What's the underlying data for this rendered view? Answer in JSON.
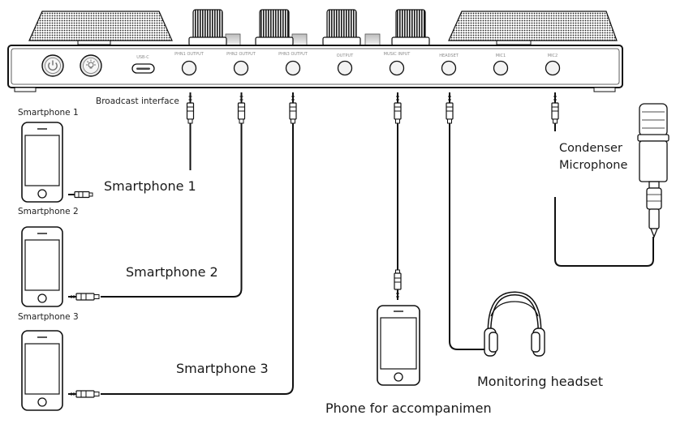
{
  "device": {
    "ports": [
      "USB-C",
      "PHN1 OUTPUT",
      "PHN2 OUTPUT",
      "PHN3 OUTPUT",
      "OUTPUT",
      "MUSIC INPUT",
      "HEADSET",
      "MIC1",
      "MIC2"
    ],
    "icons": [
      "power-icon",
      "light-icon"
    ]
  },
  "labels": {
    "broadcast_interface": "Broadcast interface",
    "phone1_caption": "Smartphone 1",
    "phone2_caption": "Smartphone 2",
    "phone3_caption": "Smartphone 3",
    "cable1_label": "Smartphone 1",
    "cable2_label": "Smartphone 2",
    "cable3_label": "Smartphone 3",
    "condenser_line1": "Condenser",
    "condenser_line2": "Microphone",
    "phone_accompaniment": "Phone for accompanimen",
    "monitoring_headset": "Monitoring headset"
  }
}
